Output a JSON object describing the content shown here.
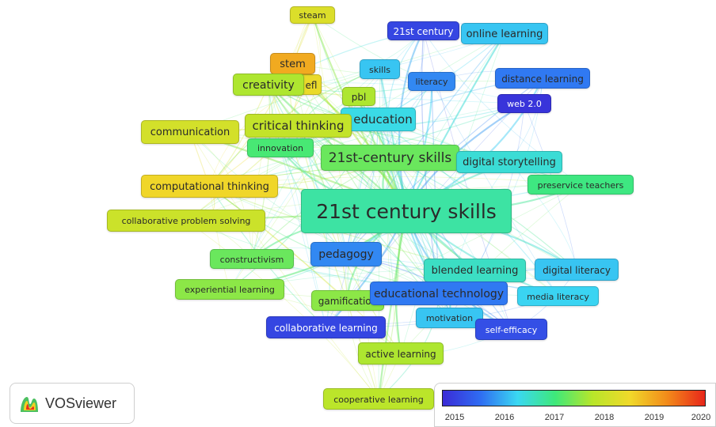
{
  "app": {
    "name": "VOSviewer"
  },
  "color_scale": {
    "min": 2015,
    "max": 2020,
    "ticks": [
      "2015",
      "2016",
      "2017",
      "2018",
      "2019",
      "2020"
    ],
    "stops": [
      "#3a2bd6",
      "#2f6cf2",
      "#3ad8f2",
      "#3ee87a",
      "#b8e62a",
      "#f0d92a",
      "#f28a1a",
      "#e8261a"
    ]
  },
  "nodes": [
    {
      "id": "21st-century-skills-main",
      "label": "21st century skills",
      "year": 2016.9
    },
    {
      "id": "21st-century-skills-hyphen",
      "label": "21st-century skills",
      "year": 2017.4
    },
    {
      "id": "steam",
      "label": "steam",
      "year": 2018.3
    },
    {
      "id": "stem",
      "label": "stem",
      "year": 2019.0
    },
    {
      "id": "creativity",
      "label": "creativity",
      "year": 2017.8
    },
    {
      "id": "efl",
      "label": "efl",
      "year": 2018.5
    },
    {
      "id": "21st-century-small",
      "label": "21st century",
      "year": 2015.3
    },
    {
      "id": "online-learning",
      "label": "online learning",
      "year": 2016.3
    },
    {
      "id": "skills",
      "label": "skills",
      "year": 2016.3
    },
    {
      "id": "literacy",
      "label": "literacy",
      "year": 2015.9
    },
    {
      "id": "distance-learning",
      "label": "distance learning",
      "year": 2015.8
    },
    {
      "id": "web-2-0",
      "label": "web 2.0",
      "year": 2015.1
    },
    {
      "id": "pbl",
      "label": "pbl",
      "year": 2017.8
    },
    {
      "id": "education",
      "label": "education",
      "year": 2016.5
    },
    {
      "id": "communication",
      "label": "communication",
      "year": 2018.2
    },
    {
      "id": "critical-thinking",
      "label": "critical thinking",
      "year": 2018.0
    },
    {
      "id": "innovation",
      "label": "innovation",
      "year": 2017.2
    },
    {
      "id": "digital-storytelling",
      "label": "digital storytelling",
      "year": 2016.6
    },
    {
      "id": "computational-thinking",
      "label": "computational thinking",
      "year": 2018.6
    },
    {
      "id": "preservice-teachers",
      "label": "preservice teachers",
      "year": 2017.1
    },
    {
      "id": "collaborative-problem-solving",
      "label": "collaborative problem solving",
      "year": 2018.1
    },
    {
      "id": "constructivism",
      "label": "constructivism",
      "year": 2017.4
    },
    {
      "id": "pedagogy",
      "label": "pedagogy",
      "year": 2015.9
    },
    {
      "id": "blended-learning",
      "label": "blended learning",
      "year": 2016.7
    },
    {
      "id": "digital-literacy",
      "label": "digital literacy",
      "year": 2016.3
    },
    {
      "id": "experiential-learning",
      "label": "experiential learning",
      "year": 2017.6
    },
    {
      "id": "gamification",
      "label": "gamification",
      "year": 2017.6
    },
    {
      "id": "educational-technology",
      "label": "educational technology",
      "year": 2015.8
    },
    {
      "id": "media-literacy",
      "label": "media literacy",
      "year": 2016.4
    },
    {
      "id": "collaborative-learning",
      "label": "collaborative learning",
      "year": 2015.3
    },
    {
      "id": "motivation",
      "label": "motivation",
      "year": 2016.3
    },
    {
      "id": "self-efficacy",
      "label": "self-efficacy",
      "year": 2015.4
    },
    {
      "id": "active-learning",
      "label": "active learning",
      "year": 2017.8
    },
    {
      "id": "cooperative-learning",
      "label": "cooperative learning",
      "year": 2017.9
    }
  ]
}
